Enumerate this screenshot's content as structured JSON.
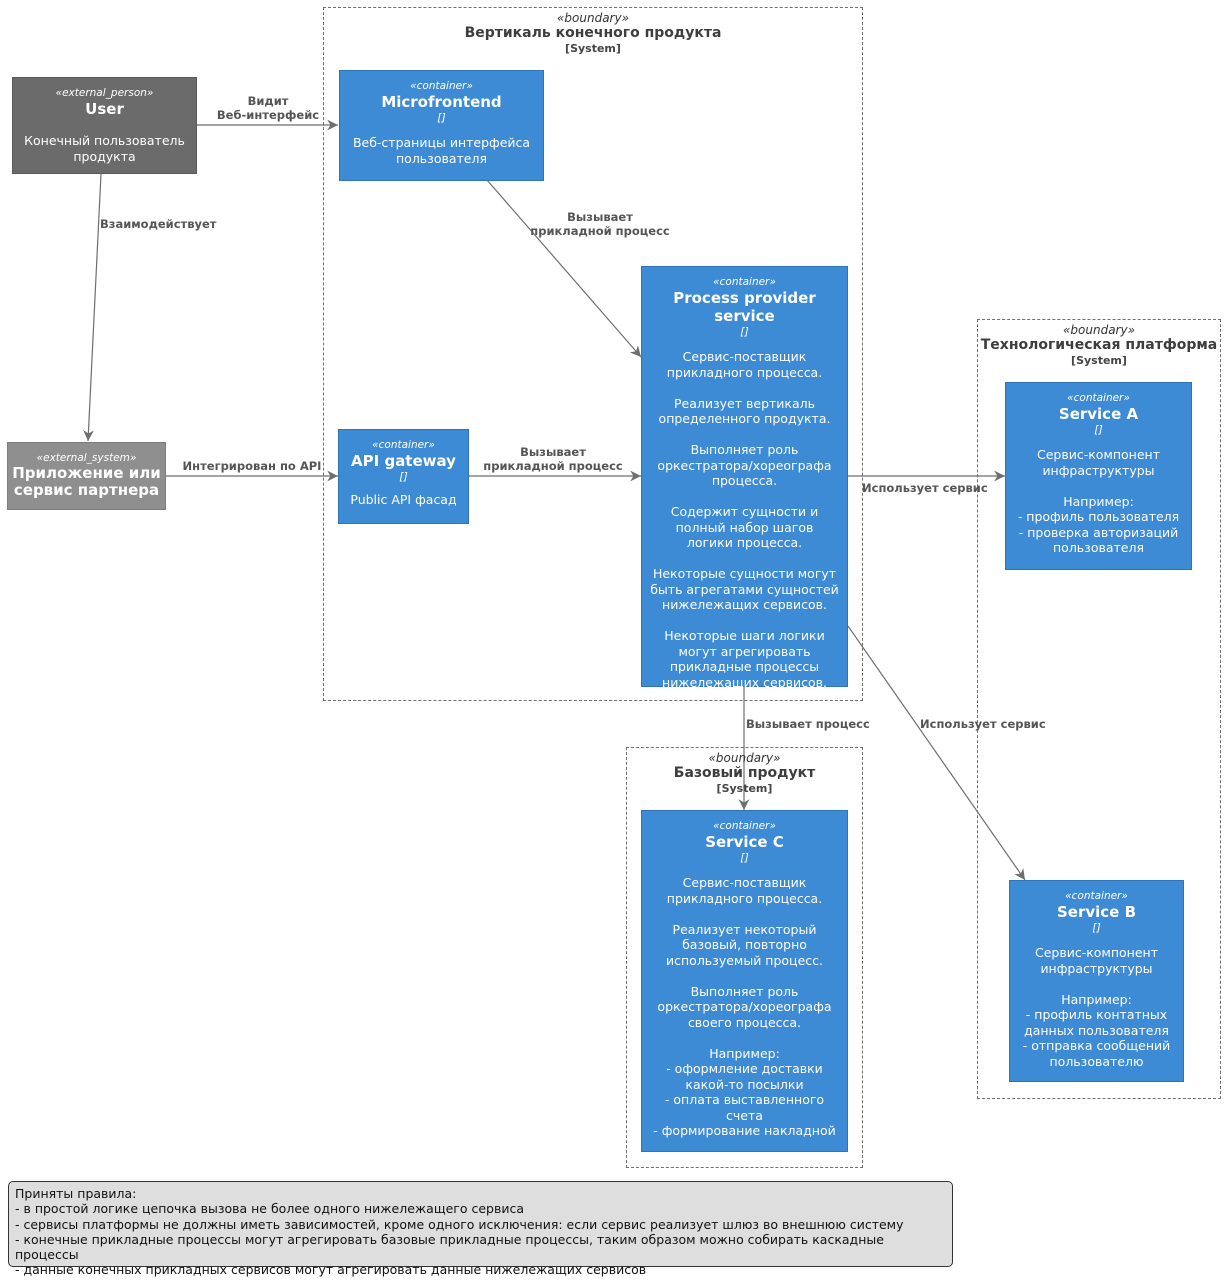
{
  "boundaries": {
    "vertical": {
      "stereotype": "«boundary»",
      "title": "Вертикаль конечного продукта",
      "type": "[System]"
    },
    "platform": {
      "stereotype": "«boundary»",
      "title": "Технологическая платформа",
      "type": "[System]"
    },
    "base": {
      "stereotype": "«boundary»",
      "title": "Базовый продукт",
      "type": "[System]"
    }
  },
  "nodes": {
    "user": {
      "stereotype": "«external_person»",
      "title": "User",
      "desc": "Конечный пользователь\nпродукта"
    },
    "partner": {
      "stereotype": "«external_system»",
      "title": "Приложение или\nсервис партнера"
    },
    "microfrontend": {
      "stereotype": "«container»",
      "title": "Microfrontend",
      "tech": "[]",
      "desc": "Веб-страницы интерфейса\nпользователя"
    },
    "api_gateway": {
      "stereotype": "«container»",
      "title": "API gateway",
      "tech": "[]",
      "desc": "Public API фасад"
    },
    "process_provider": {
      "stereotype": "«container»",
      "title": "Process provider service",
      "tech": "[]",
      "desc": "Сервис-поставщик\nприкладного процесса.\n\nРеализует вертикаль\nопределенного продукта.\n\nВыполняет роль\nоркестратора/хореографа\nпроцесса.\n\nСодержит сущности и\nполный набор шагов\nлогики процесса.\n\nНекоторые сущности могут\nбыть агрегатами сущностей\nнижележащих сервисов.\n\nНекоторые шаги логики\nмогут агрегировать\nприкладные процессы\nнижележащих сервисов."
    },
    "service_a": {
      "stereotype": "«container»",
      "title": "Service A",
      "tech": "[]",
      "desc": "Сервис-компонент\nинфраструктуры\n\nНапример:\n- профиль пользователя\n- проверка авторизаций\nпользователя"
    },
    "service_b": {
      "stereotype": "«container»",
      "title": "Service B",
      "tech": "[]",
      "desc": "Сервис-компонент\nинфраструктуры\n\nНапример:\n- профиль контатных\nданных пользователя\n- отправка сообщений\nпользователю"
    },
    "service_c": {
      "stereotype": "«container»",
      "title": "Service C",
      "tech": "[]",
      "desc": "Сервис-поставщик\nприкладного процесса.\n\nРеализует некоторый\nбазовый, повторно\nиспользуемый процесс.\n\nВыполняет роль\nоркестратора/хореографа\nсвоего процесса.\n\nНапример:\n- оформление доставки\nкакой-то посылки\n- оплата выставленного\nсчета\n- формирование накладной"
    }
  },
  "relations": {
    "user_mf": "Видит\nВеб-интерфейс",
    "user_partner": "Взаимодействует",
    "mf_pps": "Вызывает\nприкладной процесс",
    "partner_api": "Интегрирован по API",
    "api_pps": "Вызывает\nприкладной процесс",
    "pps_a": "Использует сервис",
    "pps_c": "Вызывает процесс",
    "pps_b": "Использует сервис"
  },
  "note": "Приняты правила:\n- в простой логике цепочка вызова не более одного нижележащего сервиса\n- сервисы платформы не должны иметь зависимостей, кроме одного исключения: если сервис реализует шлюз во внешнюю систему\n- конечные прикладные процессы могут агрегировать базовые прикладные процессы, таким образом можно собирать каскадные процессы\n- данные конечных прикладных сервисов могут агрегировать данные нижележащих сервисов"
}
